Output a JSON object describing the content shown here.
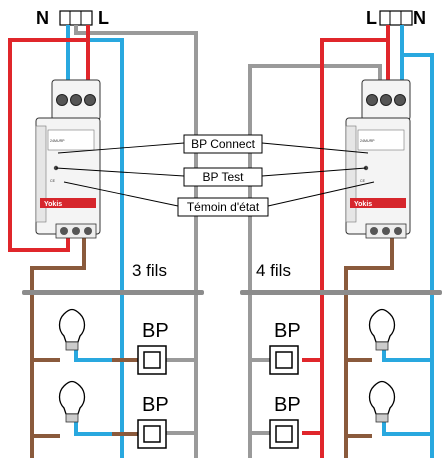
{
  "left": {
    "terminal_n": "N",
    "terminal_l": "L",
    "wire_count_label": "3 fils"
  },
  "right": {
    "terminal_l": "L",
    "terminal_n": "N",
    "wire_count_label": "4 fils"
  },
  "callouts": {
    "bp_connect": "BP Connect",
    "bp_test": "BP Test",
    "temoin": "Témoin d'état"
  },
  "pushbutton_label": "BP",
  "module": {
    "brand": "Yokis",
    "marking_1": "24MURP",
    "marking_2": "CE"
  },
  "colors": {
    "phase": "#e0262b",
    "neutral": "#29a8df",
    "return": "#8a5a3c",
    "connector": "#9a9a9a",
    "module_body": "#f4f4f4",
    "brand": "#d6262c"
  },
  "icons": {
    "lamp": "lamp-icon",
    "pushbutton": "pushbutton-icon",
    "terminal_block": "terminal-block-icon"
  }
}
